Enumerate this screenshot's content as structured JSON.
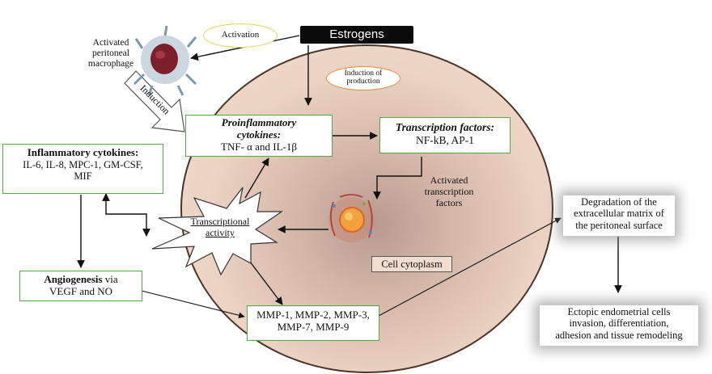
{
  "estrogens": "Estrogens",
  "activation": "Activation",
  "induction_of_production": [
    "Induction of",
    "production"
  ],
  "macrophage_label": [
    "Activated",
    "peritoneal",
    "macrophage"
  ],
  "induction": "Induction",
  "proinflammatory": {
    "title": [
      "Proinflammatory",
      "cytokines:"
    ],
    "body": "TNF- α and IL-1β"
  },
  "transcription_factors": {
    "title": "Transcription factors:",
    "body": "NF-kB, AP-1"
  },
  "activated_tf": [
    "Activated",
    "transcription",
    "factors"
  ],
  "inflammatory": {
    "title": "Inflammatory  cytokines:",
    "lines": [
      "IL-6, IL-8, MPC-1, GM-CSF,",
      "MIF"
    ]
  },
  "transcriptional_activity": [
    "Transcriptional",
    "activity"
  ],
  "angiogenesis": {
    "bold": "Angiogenesis",
    "rest": " via",
    "line2": "VEGF and NO"
  },
  "cell_cytoplasm": "Cell cytoplasm",
  "mmp": [
    "MMP-1, MMP-2, MMP-3,",
    "MMP-7, MMP-9"
  ],
  "degradation": [
    "Degradation of the",
    "extracellular matrix of",
    "the peritoneal surface"
  ],
  "ectopic": [
    "Ectopic endometrial cells",
    "invasion, differentiation,",
    "adhesion and tissue remodeling"
  ],
  "colors": {
    "green_border": "#5aa64a",
    "cell_border": "#4b3528",
    "cell_fill": "#e9cdbd",
    "oval_orange": "#e8893a",
    "oval_yellow": "#e8d24a"
  }
}
